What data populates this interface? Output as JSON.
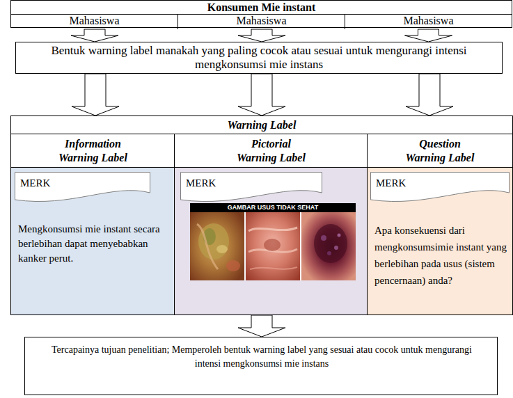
{
  "diagram": {
    "nodes": [
      {
        "text": [
          "Konsumen Mie instant"
        ]
      },
      {
        "text": [
          "Mahasiswa"
        ],
        "in": 0
      },
      {
        "text": [
          "Mahasiswa"
        ],
        "in": 0
      },
      {
        "text": [
          "Mahasiswa"
        ],
        "in": 0
      },
      {
        "text": [
          "Bentuk warning label manakah yang paling cocok atau sesuai untuk mengurangi intensi mengkonsumsi mie instans"
        ]
      },
      {
        "text": [
          "Warning Label"
        ]
      },
      {
        "text": [
          "Information Warning Label"
        ],
        "in": 5
      },
      {
        "text": [
          "Pictorial Warning Label"
        ],
        "in": 5
      },
      {
        "text": [
          "Question Warning Label"
        ],
        "in": 5
      },
      {
        "text": [
          "Mengkonsumsi mie instant secara berlebihan dapat menyebabkan kanker perut."
        ],
        "in": 5
      },
      {
        "text": [
          "MERK"
        ],
        "in": 9
      },
      {
        "text": [
          "GAMBAR USUS TIDAK SEHAT"
        ],
        "in": 5
      },
      {
        "text": [
          "MERK"
        ],
        "in": 11
      },
      {
        "text": [
          "Apa konsekuensi dari mengkonsumsimie instant yang berlebihan pada usus (sistem pencernaan) anda?"
        ],
        "in": 5
      },
      {
        "text": [
          "MERK"
        ],
        "in": 13
      },
      {
        "text": [
          "Tercapainya tujuan penelitian; Memperoleh bentuk warning label yang sesuai atau cocok untuk mengurangi intensi mengkonsumsi mie instans"
        ]
      }
    ],
    "edges": [
      {
        "from": 1,
        "to": 4,
        "arrow": "to"
      },
      {
        "from": 2,
        "to": 4,
        "arrow": "to"
      },
      {
        "from": 3,
        "to": 4,
        "arrow": "to"
      },
      {
        "from": 4,
        "to": 5,
        "arrow": "to"
      },
      {
        "from": 4,
        "to": 5,
        "arrow": "to"
      },
      {
        "from": 4,
        "to": 5,
        "arrow": "to"
      },
      {
        "from": 5,
        "to": 15,
        "arrow": "to"
      }
    ]
  }
}
